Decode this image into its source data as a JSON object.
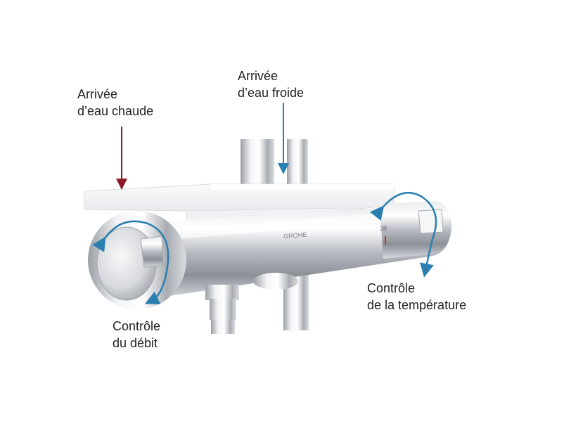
{
  "labels": {
    "hot_water": {
      "line1": "Arrivée",
      "line2": "d’eau chaude"
    },
    "cold_water": {
      "line1": "Arrivée",
      "line2": "d’eau froide"
    },
    "temperature_control": {
      "line1": "Contrôle",
      "line2": "de la température"
    },
    "flow_control": {
      "line1": "Contrôle",
      "line2": "du débit"
    }
  },
  "brand_logo": "GROHE",
  "dial_mark": "38",
  "colors": {
    "hot_arrow": "#8b1a2a",
    "cold_arrow": "#2a7fb0",
    "rotation_arrow": "#2a7fb0",
    "chrome": "#c9ccd0",
    "shelf": "#f4f5f6",
    "label_text": "#222222"
  },
  "icons": [
    "hot-water-arrow-icon",
    "cold-water-arrow-icon",
    "flow-rotation-arrow-icon",
    "temperature-rotation-arrow-icon"
  ]
}
